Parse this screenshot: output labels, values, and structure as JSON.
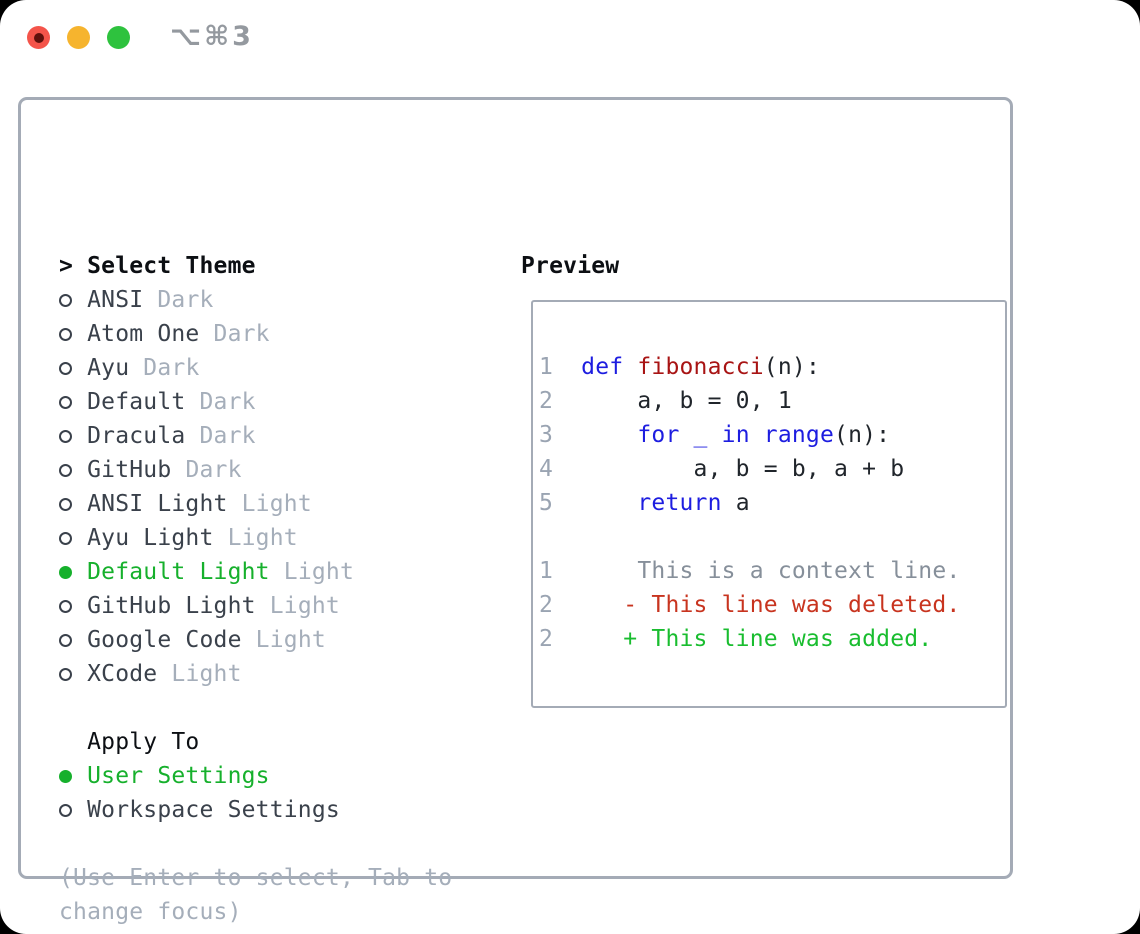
{
  "titlebar": {
    "shortcut": "⌥⌘3"
  },
  "colors": {
    "accent-green": "#16b02c",
    "added-green": "#19bd2f",
    "deleted-red": "#c8341f",
    "keyword-blue": "#1d1de0",
    "function-red": "#a81414",
    "line-number": "#9aa4b2",
    "context-gray": "#868f9a",
    "muted": "#a5aeba",
    "dark-text": "#3a414b",
    "black-text": "#0c0f13",
    "code-text": "#20252b",
    "border": "#a4abb6",
    "traffic-red": "#f4544a",
    "traffic-yellow": "#f6b42e",
    "traffic-green": "#2ec23e"
  },
  "panel": {
    "select_theme": {
      "header_prefix": ">",
      "header": "Select Theme",
      "options": [
        {
          "name": "ANSI",
          "variant": "Dark",
          "selected": false
        },
        {
          "name": "Atom One",
          "variant": "Dark",
          "selected": false
        },
        {
          "name": "Ayu",
          "variant": "Dark",
          "selected": false
        },
        {
          "name": "Default",
          "variant": "Dark",
          "selected": false
        },
        {
          "name": "Dracula",
          "variant": "Dark",
          "selected": false
        },
        {
          "name": "GitHub",
          "variant": "Dark",
          "selected": false
        },
        {
          "name": "ANSI Light",
          "variant": "Light",
          "selected": false
        },
        {
          "name": "Ayu Light",
          "variant": "Light",
          "selected": false
        },
        {
          "name": "Default Light",
          "variant": "Light",
          "selected": true
        },
        {
          "name": "GitHub Light",
          "variant": "Light",
          "selected": false
        },
        {
          "name": "Google Code",
          "variant": "Light",
          "selected": false
        },
        {
          "name": "XCode",
          "variant": "Light",
          "selected": false
        }
      ]
    },
    "apply_to": {
      "header": "Apply To",
      "options": [
        {
          "label": "User Settings",
          "selected": true
        },
        {
          "label": "Workspace Settings",
          "selected": false
        }
      ]
    },
    "hint_lines": [
      "(Use Enter to select, Tab to",
      "change focus)"
    ]
  },
  "preview": {
    "header": "Preview",
    "code_lines": [
      [
        {
          "t": "1  ",
          "c": "num"
        },
        {
          "t": "def ",
          "c": "kw"
        },
        {
          "t": "fibonacci",
          "c": "fn"
        },
        {
          "t": "(n):",
          "c": "plain"
        }
      ],
      [
        {
          "t": "2  ",
          "c": "num"
        },
        {
          "t": "    a, b = 0, 1",
          "c": "plain"
        }
      ],
      [
        {
          "t": "3  ",
          "c": "num"
        },
        {
          "t": "    ",
          "c": "plain"
        },
        {
          "t": "for _ in range",
          "c": "kw"
        },
        {
          "t": "(n):",
          "c": "plain"
        }
      ],
      [
        {
          "t": "4  ",
          "c": "num"
        },
        {
          "t": "        a, b = b, a + b",
          "c": "plain"
        }
      ],
      [
        {
          "t": "5  ",
          "c": "num"
        },
        {
          "t": "    ",
          "c": "plain"
        },
        {
          "t": "return",
          "c": "kw"
        },
        {
          "t": " a",
          "c": "plain"
        }
      ],
      [],
      [
        {
          "t": "1",
          "c": "num"
        },
        {
          "t": "      This is a context line.",
          "c": "context"
        }
      ],
      [
        {
          "t": "2",
          "c": "num"
        },
        {
          "t": "     - This line was deleted.",
          "c": "deleted"
        }
      ],
      [
        {
          "t": "2",
          "c": "num"
        },
        {
          "t": "     + This line was added.",
          "c": "added"
        }
      ]
    ]
  }
}
